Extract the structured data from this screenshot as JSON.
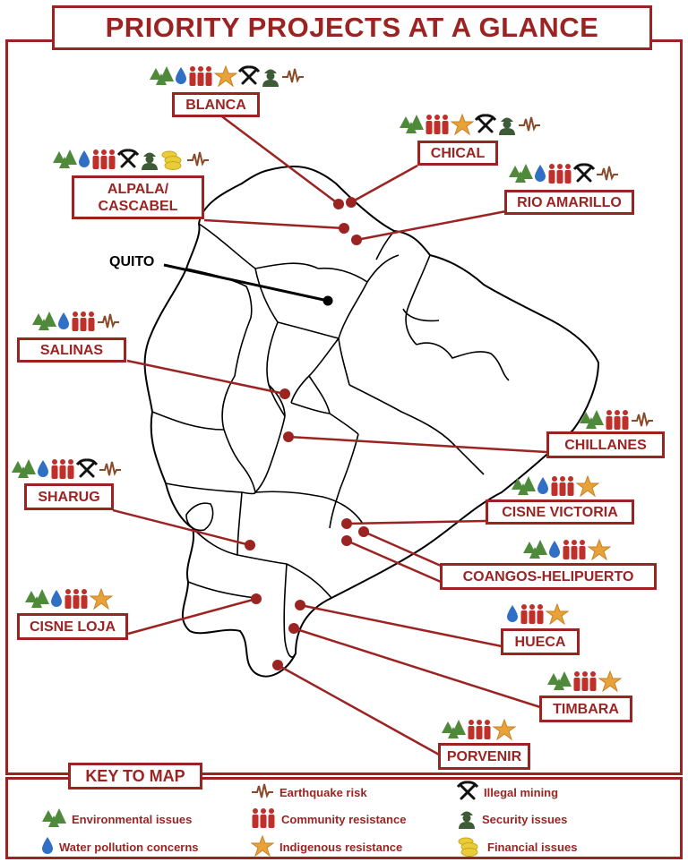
{
  "title": "PRIORITY PROJECTS AT A GLANCE",
  "capital": "QUITO",
  "projects": [
    {
      "name": "BLANCA",
      "icons": [
        "tree",
        "water",
        "people",
        "star",
        "pick",
        "soldier",
        "quake"
      ]
    },
    {
      "name": "CHICAL",
      "icons": [
        "tree",
        "people",
        "star",
        "pick",
        "soldier",
        "quake"
      ]
    },
    {
      "name": "ALPALA/ CASCABEL",
      "line1": "ALPALA/",
      "line2": "CASCABEL",
      "icons": [
        "tree",
        "water",
        "people",
        "pick",
        "soldier",
        "coins",
        "quake"
      ]
    },
    {
      "name": "RIO AMARILLO",
      "icons": [
        "tree",
        "water",
        "people",
        "pick",
        "quake"
      ]
    },
    {
      "name": "SALINAS",
      "icons": [
        "tree",
        "water",
        "people",
        "quake"
      ]
    },
    {
      "name": "CHILLANES",
      "icons": [
        "tree",
        "people",
        "quake"
      ]
    },
    {
      "name": "SHARUG",
      "icons": [
        "tree",
        "water",
        "people",
        "pick",
        "quake"
      ]
    },
    {
      "name": "CISNE VICTORIA",
      "icons": [
        "tree",
        "water",
        "people",
        "star"
      ]
    },
    {
      "name": "COANGOS-HELIPUERTO",
      "icons": [
        "tree",
        "water",
        "people",
        "star"
      ]
    },
    {
      "name": "CISNE LOJA",
      "icons": [
        "tree",
        "water",
        "people",
        "star"
      ]
    },
    {
      "name": "HUECA",
      "icons": [
        "water",
        "people",
        "star"
      ]
    },
    {
      "name": "TIMBARA",
      "icons": [
        "tree",
        "people",
        "star"
      ]
    },
    {
      "name": "PORVENIR",
      "icons": [
        "tree",
        "people",
        "star"
      ]
    }
  ],
  "key": {
    "title": "KEY TO MAP",
    "items": [
      {
        "icon": "quake",
        "label": "Earthquake risk"
      },
      {
        "icon": "pick",
        "label": "Illegal mining"
      },
      {
        "icon": "tree",
        "label": "Environmental issues"
      },
      {
        "icon": "people",
        "label": "Community resistance"
      },
      {
        "icon": "soldier",
        "label": "Security issues"
      },
      {
        "icon": "water",
        "label": "Water pollution concerns"
      },
      {
        "icon": "star",
        "label": "Indigenous resistance"
      },
      {
        "icon": "coins",
        "label": "Financial issues"
      }
    ]
  },
  "colors": {
    "accent": "#9b2423",
    "tree": "#4e8a3a",
    "water": "#2f6fc4",
    "people": "#c0302b",
    "star": "#e8a23a",
    "soldier": "#3e5b37",
    "coins": "#e8cc3a",
    "quake": "#8a4a2a"
  }
}
